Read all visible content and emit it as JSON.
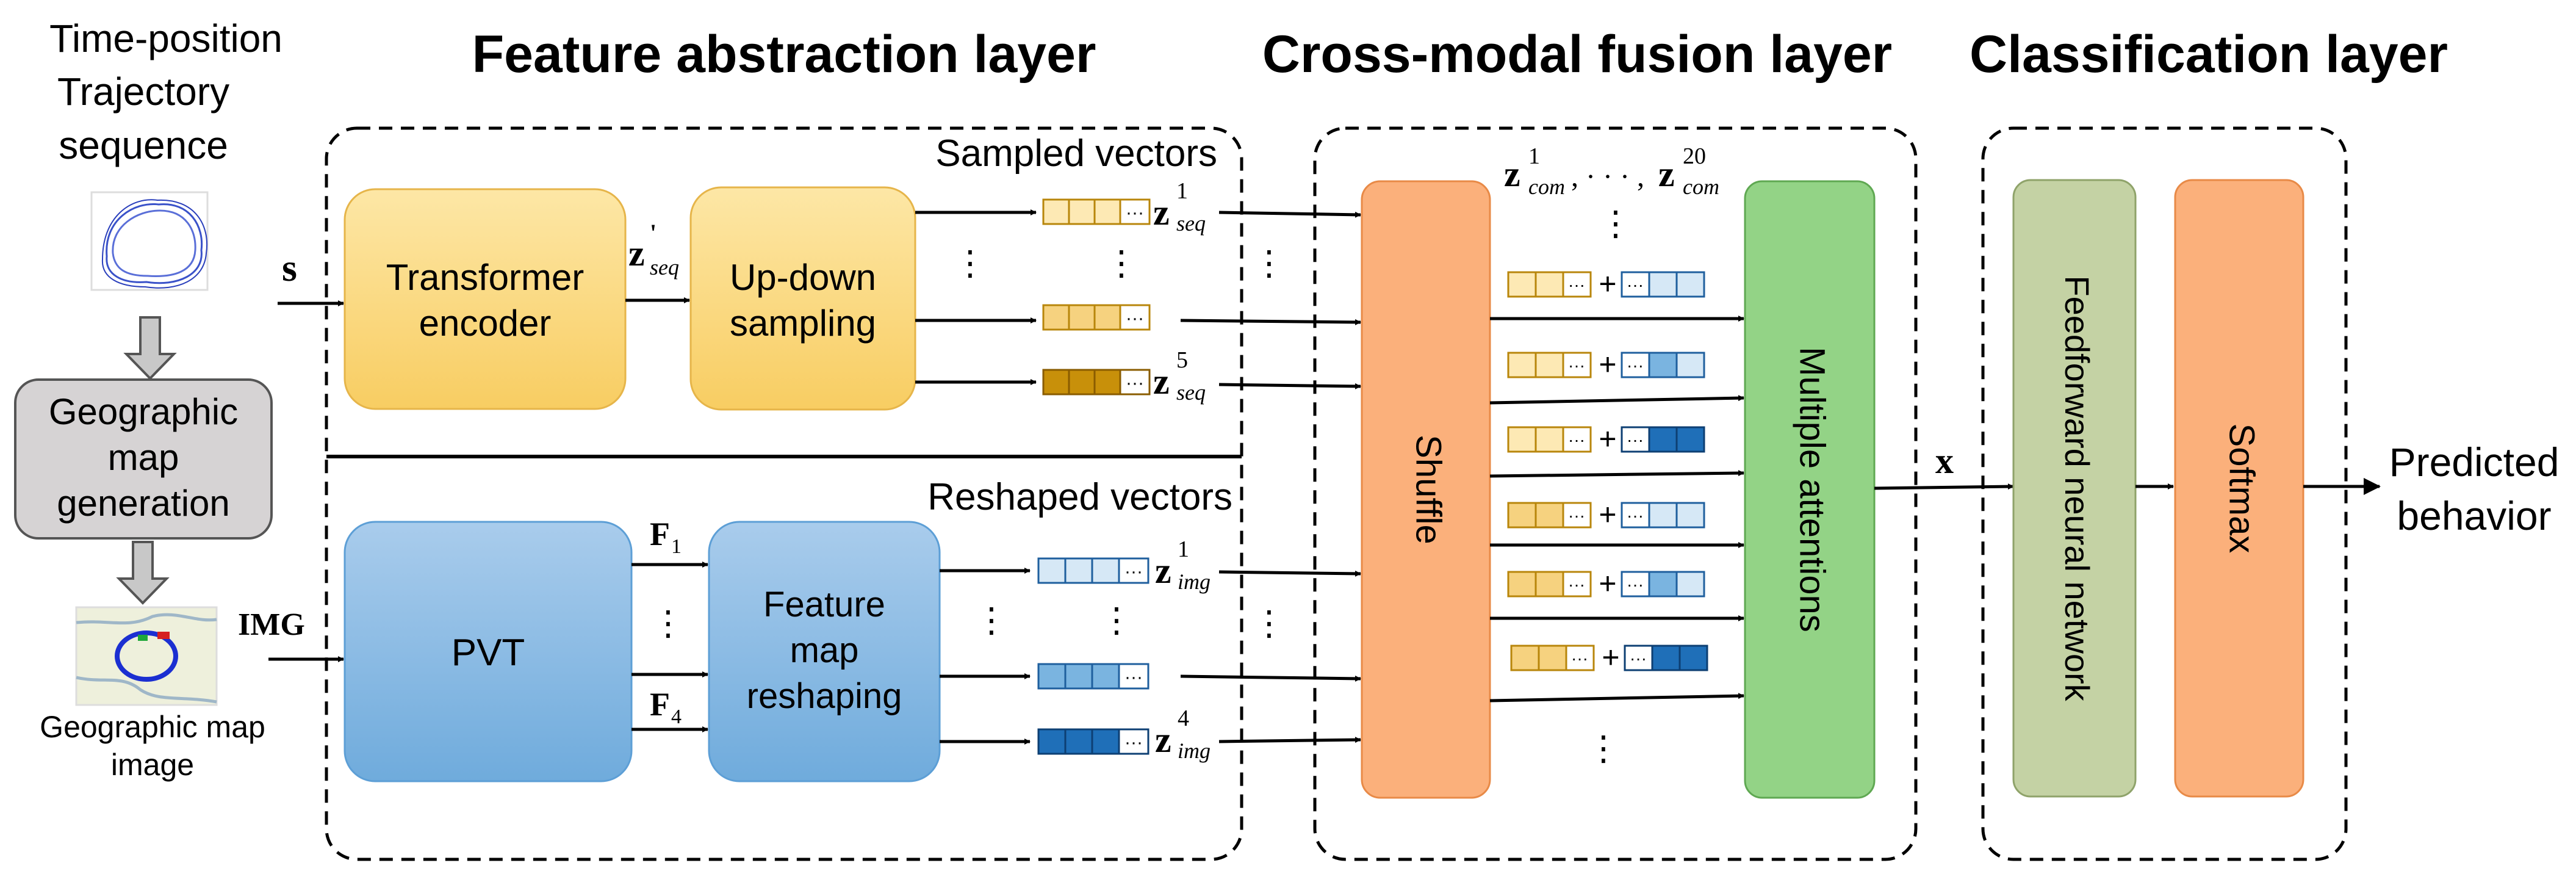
{
  "headings": {
    "feature_abstraction": "Feature abstraction layer",
    "cross_modal": "Cross-modal fusion layer",
    "classification": "Classification layer"
  },
  "inputs": {
    "trajectory_line1": "Time-position",
    "trajectory_line2": "Trajectory",
    "trajectory_line3": "sequence",
    "geo_gen_line1": "Geographic",
    "geo_gen_line2": "map",
    "geo_gen_line3": "generation",
    "geo_image_line1": "Geographic map",
    "geo_image_line2": "image"
  },
  "labels": {
    "s": "s",
    "img": "IMG",
    "z": "z",
    "prime": "'",
    "seq": "seq",
    "img_sub": "img",
    "com": "com",
    "f": "F",
    "f1_sub": "1",
    "f4_sub": "4",
    "sup_1": "1",
    "sup_5": "5",
    "sup_4": "4",
    "sup_20": "20",
    "com_sep": ", · · · ,",
    "x": "x",
    "plus": "+",
    "cell_dots": "···",
    "vdots": "⋮"
  },
  "sections": {
    "sampled_vectors": "Sampled vectors",
    "reshaped_vectors": "Reshaped vectors"
  },
  "blocks": {
    "transformer_line1": "Transformer",
    "transformer_line2": "encoder",
    "updown_line1": "Up-down",
    "updown_line2": "sampling",
    "pvt": "PVT",
    "fmr_line1": "Feature",
    "fmr_line2": "map",
    "fmr_line3": "reshaping",
    "shuffle": "Shuffle",
    "attentions": "Multiple attentions",
    "ffn": "Feedforward neural network",
    "softmax": "Softmax"
  },
  "output": {
    "line1": "Predicted",
    "line2": "behavior"
  },
  "colors": {
    "yellow_light": "#fde9b4",
    "yellow_mid": "#f6d27f",
    "yellow_dark": "#c8900a",
    "yellow_border": "#b8860b",
    "blue_light": "#d6e8f6",
    "blue_mid": "#7ab4e0",
    "blue_dark": "#1f6fb8",
    "blue_border": "#1f5f9e",
    "shuffle_fill": "#fbb07b",
    "attention_fill": "#93d386",
    "ffn_fill": "#c4d2a4",
    "softmax_fill": "#fbb07b",
    "geo_gen_fill": "#d6d3d4"
  }
}
